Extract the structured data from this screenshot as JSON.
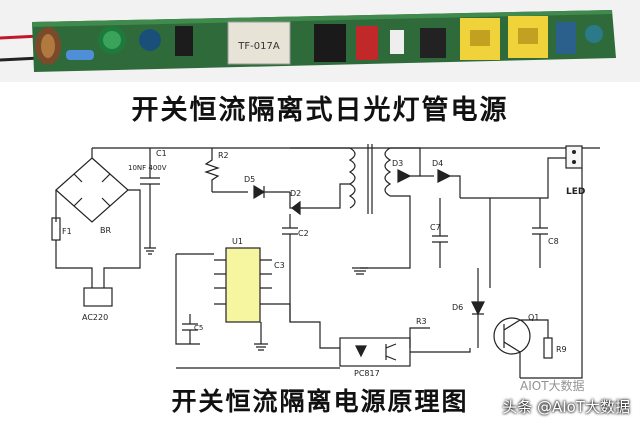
{
  "board": {
    "transformer_label": "TF-017A"
  },
  "title_top": "开关恒流隔离式日光灯管电源",
  "title_bottom": "开关恒流隔离电源原理图",
  "schematic": {
    "labels": {
      "c1": "C1",
      "c1_value": "10NF 400V",
      "r_top": "R2",
      "d5": "D5",
      "d2": "D2",
      "d3": "D3",
      "d4": "D4",
      "led": "LED",
      "f1": "F1",
      "bridge": "BR",
      "ic": "U1",
      "c2": "C2",
      "c3": "C3",
      "c5": "C5",
      "c7": "C7",
      "c8": "C8",
      "d6": "D6",
      "q1": "Q1",
      "opto": "PC817",
      "ac": "AC220",
      "r3": "R3",
      "r9": "R9"
    }
  },
  "watermark": "头条 @AIoT大数据",
  "watermark_faint": "AIOT大数据"
}
